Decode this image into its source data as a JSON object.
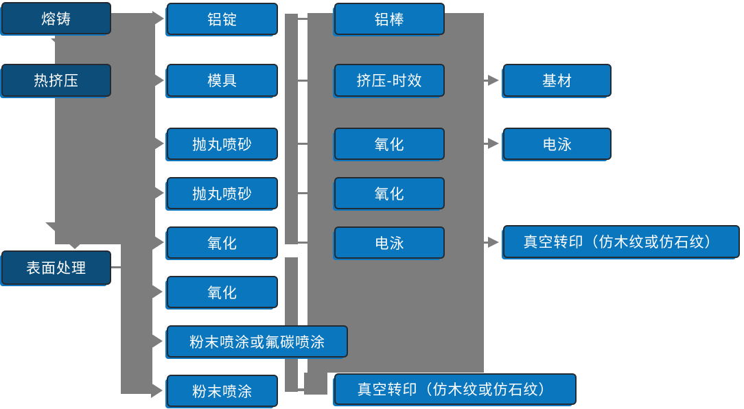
{
  "diagram_type": "process-flowchart",
  "colors": {
    "stage_node_fill": "#0d4d7a",
    "process_node_fill": "#0a76be",
    "node_border": "#242a31",
    "node_text": "#ffffff",
    "connector_gray": "#7d7d7d",
    "background": "#ffffff"
  },
  "nodes": {
    "rongzhu": {
      "label": "熔铸"
    },
    "rejiya": {
      "label": "热挤压"
    },
    "biaomian": {
      "label": "表面处理"
    },
    "lvding": {
      "label": "铝锭"
    },
    "moju": {
      "label": "模具"
    },
    "paowan1": {
      "label": "抛丸喷砂"
    },
    "paowan2": {
      "label": "抛丸喷砂"
    },
    "yanghua1": {
      "label": "氧化"
    },
    "yanghua2": {
      "label": "氧化"
    },
    "fenmo_futan": {
      "label": "粉末喷涂或氟碳喷涂"
    },
    "fenmo": {
      "label": "粉末喷涂"
    },
    "lvbang": {
      "label": "铝棒"
    },
    "jiya_shixiao": {
      "label": "挤压-时效"
    },
    "yanghua3": {
      "label": "氧化"
    },
    "yanghua4": {
      "label": "氧化"
    },
    "dianyong1": {
      "label": "电泳"
    },
    "zhenkong_bottom": {
      "label": "真空转印（仿木纹或仿石纹）"
    },
    "jicai": {
      "label": "基材"
    },
    "dianyong2": {
      "label": "电泳"
    },
    "zhenkong_right": {
      "label": "真空转印（仿木纹或仿石纹）"
    }
  }
}
